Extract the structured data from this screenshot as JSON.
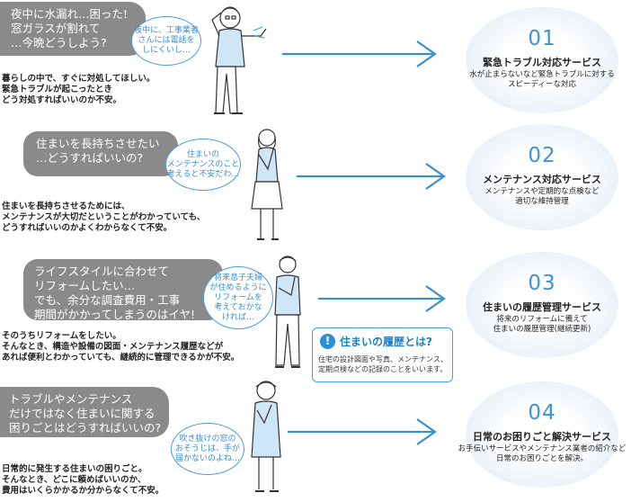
{
  "rows": [
    {
      "worry": [
        "夜中に水漏れ…困った!",
        "窓ガラスが割れて",
        "…今晩どうしよう?"
      ],
      "bubble": [
        "夜中に、工事業者",
        "さんには電話を",
        "しにくいし…"
      ],
      "desc": [
        "暮らしの中で、すぐに対処してほしい。",
        "緊急トラブルが起こったとき",
        "どう対処すればいいのか不安。"
      ],
      "service": {
        "num": "01",
        "title": "緊急トラブル対応サービス",
        "sub": [
          "水が止まらないなど緊急トラブルに対する",
          "スピーディーな対応"
        ]
      }
    },
    {
      "worry": [
        "住まいを長持ちさせたい",
        "…どうすればいいの?"
      ],
      "bubble": [
        "住まいの",
        "メンテナンスのこと",
        "考えると不安だわ…"
      ],
      "desc": [
        "住まいを長持ちさせるためには、",
        "メンテナンスが大切だということがわかっていても、",
        "どうすればいいのかよくわからなくて不安。"
      ],
      "service": {
        "num": "02",
        "title": "メンテナンス対応サービス",
        "sub": [
          "メンテナンスや定期的な点検など",
          "適切な維持管理"
        ]
      }
    },
    {
      "worry": [
        "ライフスタイルに合わせて",
        "リフォームしたい…",
        "でも、余分な調査費用・工事",
        "期間がかかってしまうのはイヤ!"
      ],
      "bubble": [
        "将来息子夫婦",
        "が住めるように",
        "リフォームを",
        "考えておかな",
        "ければ…"
      ],
      "desc": [
        "そのうちリフォームをしたい。",
        "そんなとき、構造や設備の図面・メンテナンス履歴などが",
        "あれば便利とわかっていても、継続的に管理できるかが不安。"
      ],
      "service": {
        "num": "03",
        "title": "住まいの履歴管理サービス",
        "sub": [
          "将来のリフォームに備えて",
          "住まいの履歴管理(継続更新)"
        ]
      }
    },
    {
      "worry": [
        "トラブルやメンテナンス",
        "だけではなく住まいに関する",
        "困りごとはどうすればいいの?"
      ],
      "bubble": [
        "吹き抜けの窓の",
        "おそうじは、手が",
        "届かないのよね…"
      ],
      "desc": [
        "日常的に発生する住まいの困りごと。",
        "そんなとき、どこに頼めばいいのか、",
        "費用はいくらかかるか分からなくて不安。"
      ],
      "service": {
        "num": "04",
        "title": "日常のお困りごと解決サービス",
        "sub": [
          "お手伝いサービスやメンテナンス業者の紹介など",
          "日常のお困りごとを解決。"
        ]
      }
    }
  ],
  "note": {
    "badge": "!",
    "title": "住まいの履歴とは?",
    "body": [
      "住宅の設計図面や写真、メンテナンス、",
      "定期点検などの記録のことをいいます。"
    ]
  },
  "colors": {
    "accent": "#3a95d6",
    "worry_bg": "#8a8a8a",
    "bubble_border": "#4a9fd8"
  }
}
